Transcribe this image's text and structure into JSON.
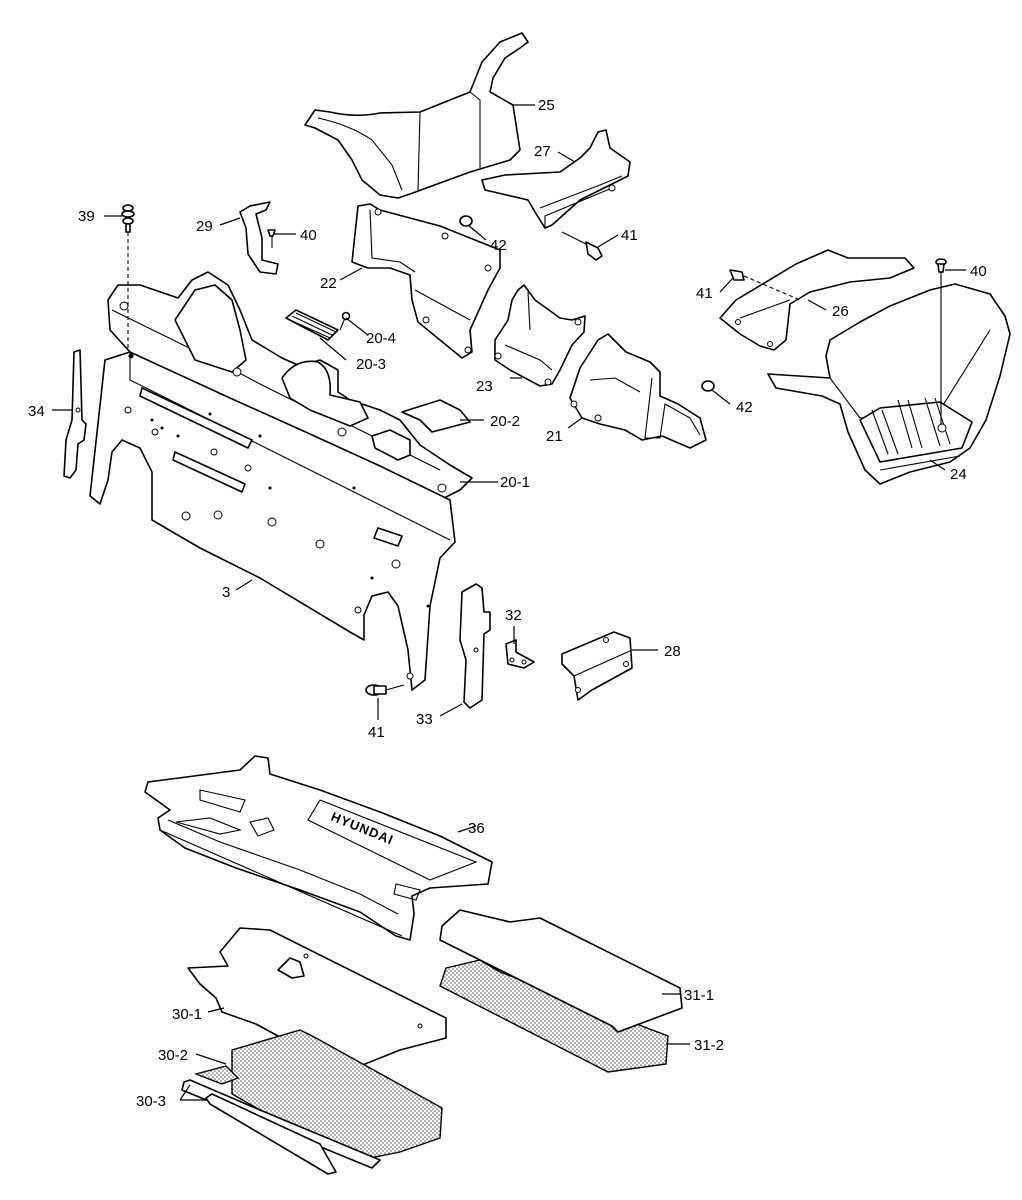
{
  "callouts": {
    "c25": "25",
    "c27": "27",
    "c39": "39",
    "c29": "29",
    "c40a": "40",
    "c42a": "42",
    "c41a": "41",
    "c22": "22",
    "c41b": "41",
    "c40b": "40",
    "c26": "26",
    "c20_4": "20-4",
    "c20_3": "20-3",
    "c34": "34",
    "c23": "23",
    "c42b": "42",
    "c20_2": "20-2",
    "c21": "21",
    "c24": "24",
    "c20_1": "20-1",
    "c3": "3",
    "c32": "32",
    "c28": "28",
    "c41c": "41",
    "c33": "33",
    "c36": "36",
    "c30_1": "30-1",
    "c31_1": "31-1",
    "c30_2": "30-2",
    "c31_2": "31-2",
    "c30_3": "30-3"
  },
  "floor_mat_brand": "HYUNDAI",
  "colors": {
    "line": "#000000",
    "background": "#ffffff"
  }
}
